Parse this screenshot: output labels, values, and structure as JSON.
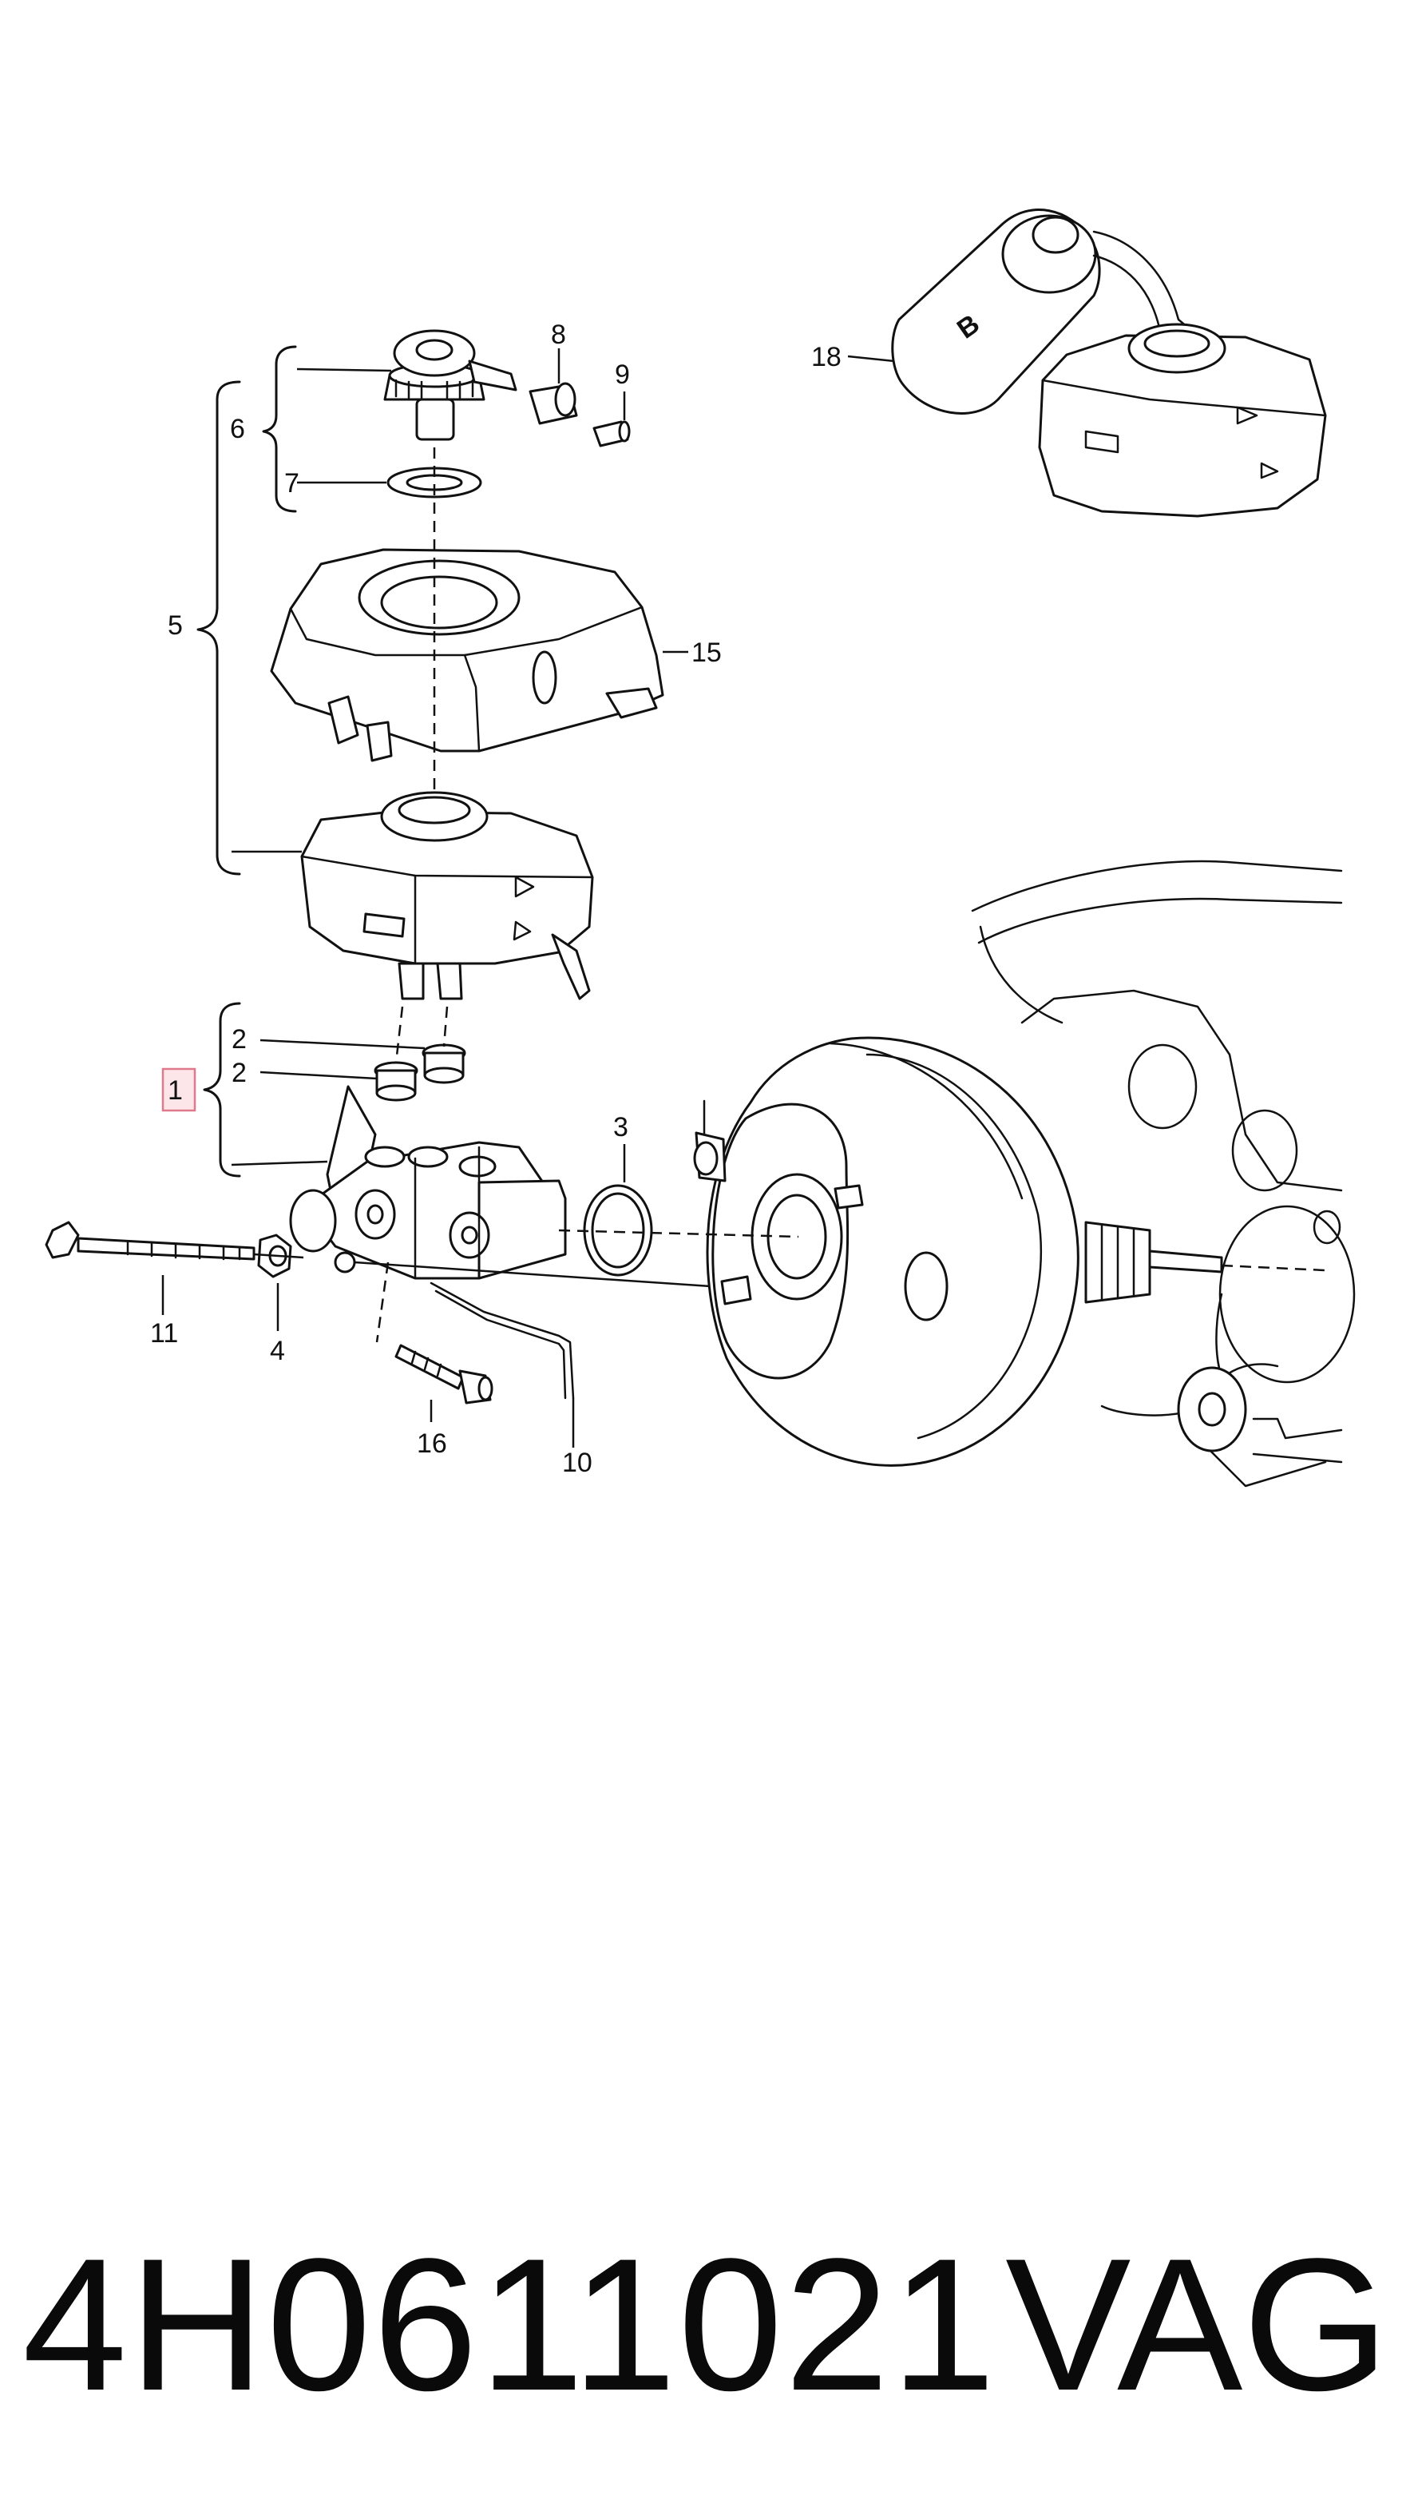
{
  "diagram": {
    "callouts": {
      "c1": "1",
      "c2a": "2",
      "c2b": "2",
      "c3": "3",
      "c4": "4",
      "c5": "5",
      "c6": "6",
      "c7": "7",
      "c8": "8",
      "c9": "9",
      "c10": "10",
      "c11": "11",
      "c15": "15",
      "c16": "16",
      "c18": "18"
    },
    "highlighted_callout": "1",
    "highlight_color": "#fde6ea",
    "inset_letter": "B"
  },
  "footer": {
    "part_number": "4H0611021",
    "brand": "VAG"
  }
}
